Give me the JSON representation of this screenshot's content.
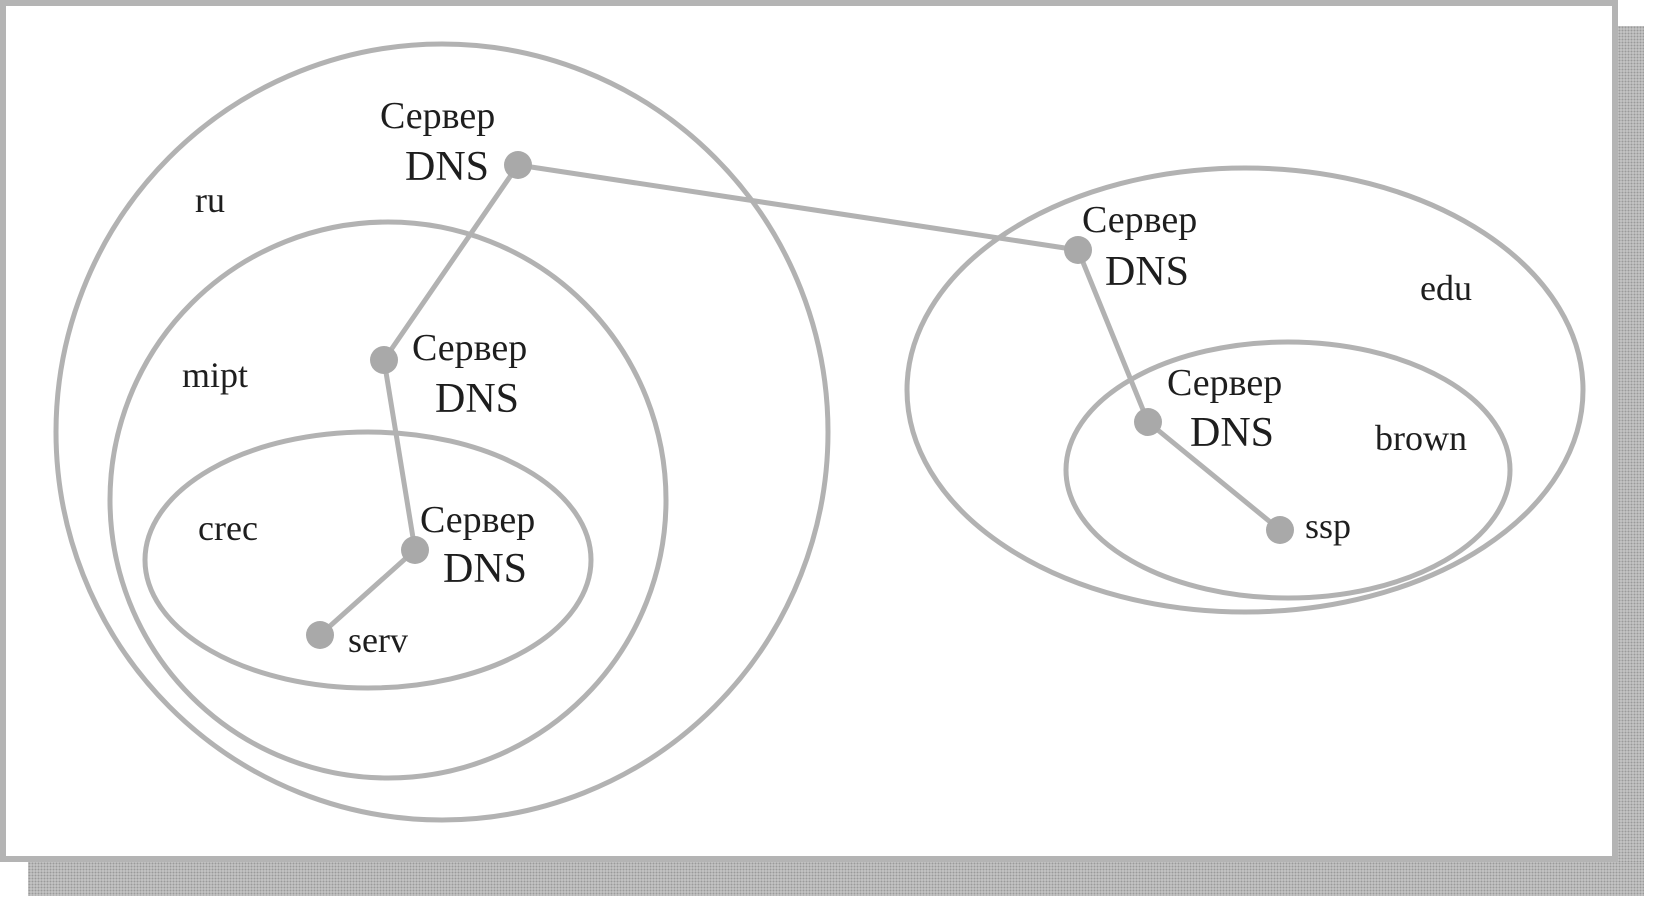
{
  "diagram": {
    "zones": {
      "ru": "ru",
      "mipt": "mipt",
      "crec": "crec",
      "edu": "edu",
      "brown": "brown"
    },
    "hosts": {
      "serv": "serv",
      "ssp": "ssp"
    },
    "server_line1": "Сервер",
    "server_line2": "DNS"
  }
}
